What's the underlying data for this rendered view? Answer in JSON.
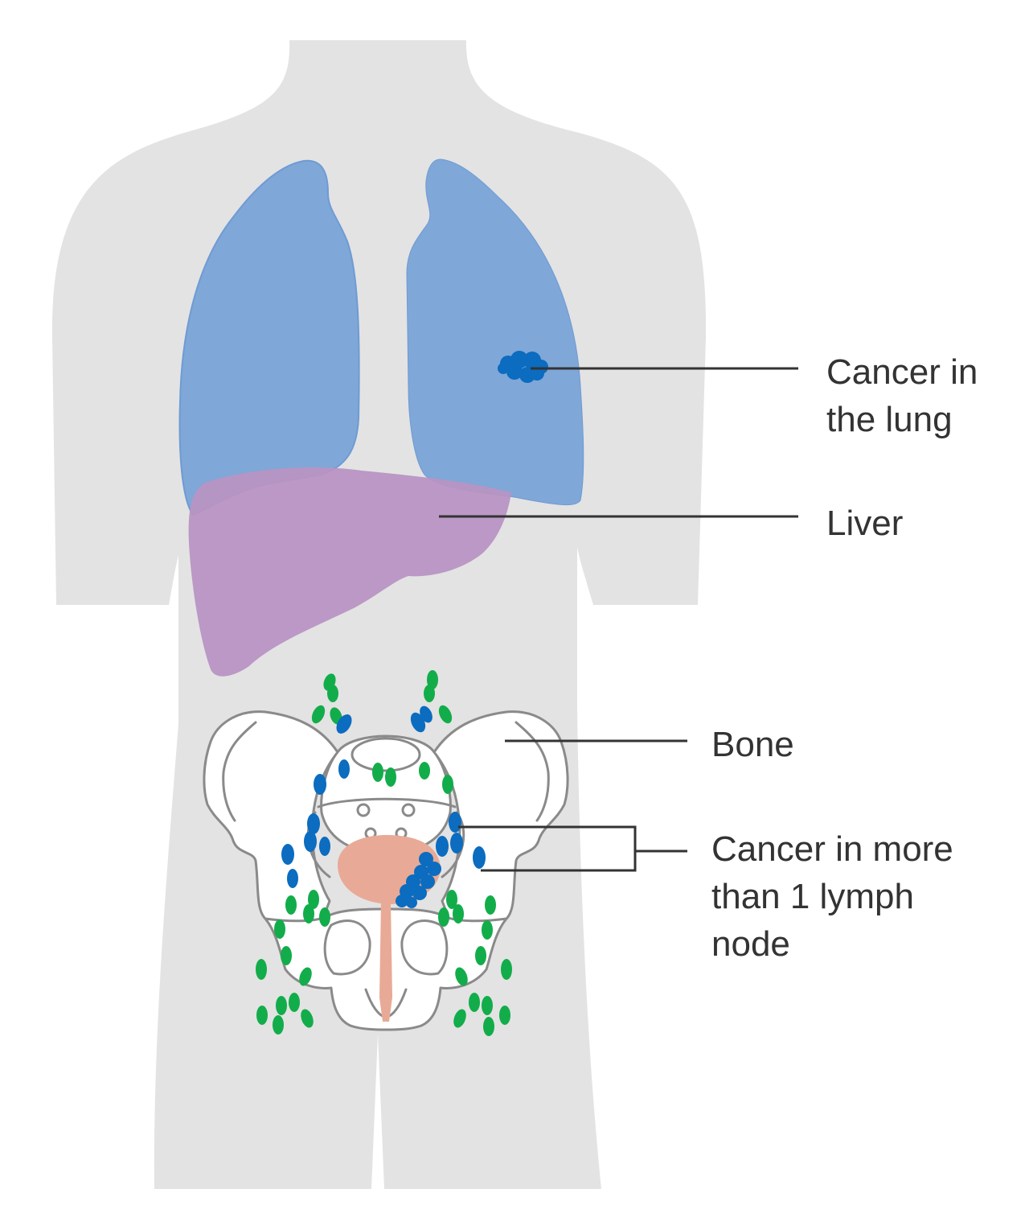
{
  "labels": {
    "lung_cancer": [
      "Cancer in",
      "the lung"
    ],
    "liver": [
      "Liver"
    ],
    "bone": [
      "Bone"
    ],
    "lymph_nodes": [
      "Cancer in more",
      "than 1 lymph",
      "node"
    ]
  },
  "colors": {
    "body": "#e3e3e3",
    "lung": "#7fa7d8",
    "lung_outline": "#6f9bd4",
    "liver": "#b894c3",
    "tumour": "#0b6cc0",
    "healthy_node": "#12ad4a",
    "cancer_node": "#0b6cc0",
    "bladder": "#e8aa96",
    "bone_outline": "#8a8a8a",
    "label_text": "#333333"
  }
}
